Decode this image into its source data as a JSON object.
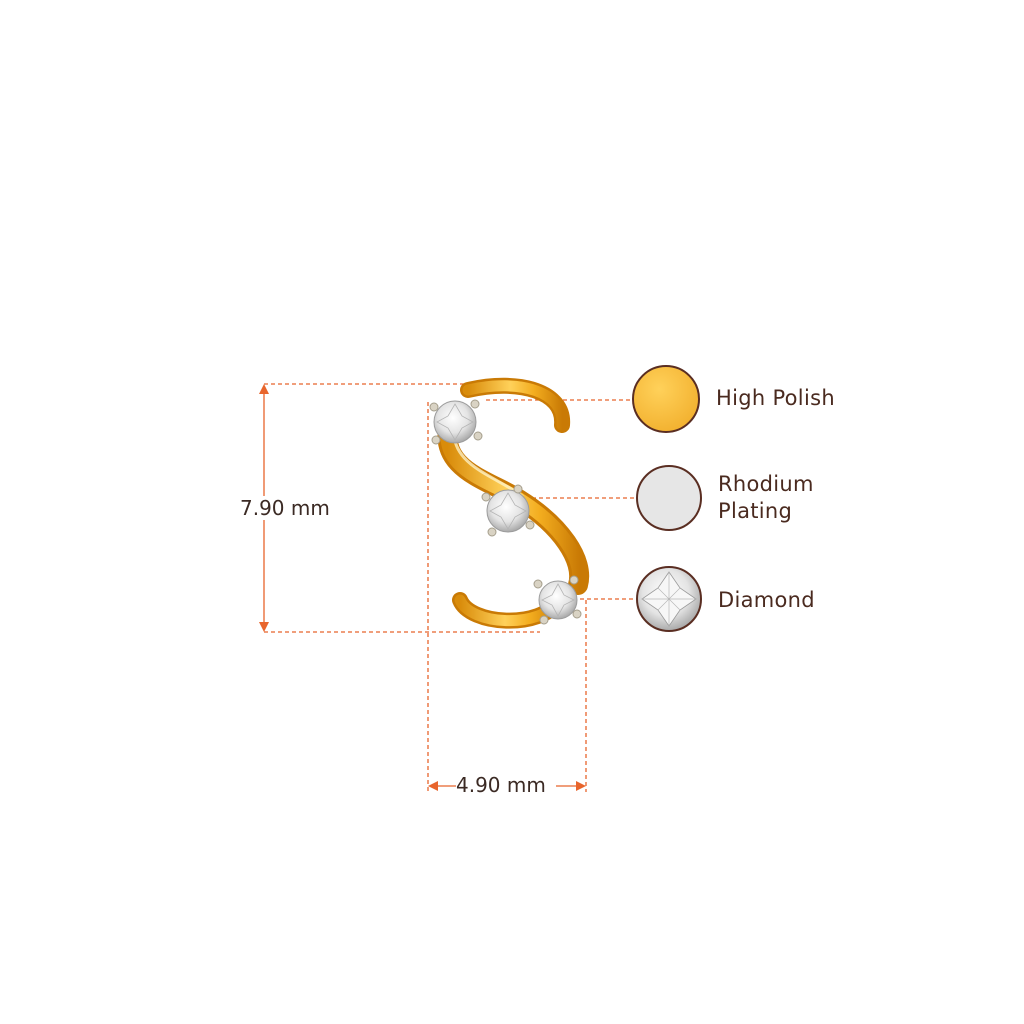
{
  "dimensions": {
    "height": "7.90 mm",
    "width": "4.90 mm"
  },
  "materials": [
    {
      "label": "High Polish",
      "swatch": "gold-swatch-icon",
      "color": "#f7c144"
    },
    {
      "label_line1": "Rhodium",
      "label_line2": "Plating",
      "swatch": "rhodium-swatch-icon",
      "color": "#e6e6e6"
    },
    {
      "label": "Diamond",
      "swatch": "diamond-swatch-icon",
      "color": "#f2f2f2"
    }
  ],
  "colors": {
    "dimension_line": "#e8652c",
    "leader_line": "#e8652c",
    "swatch_border": "#5a2e22",
    "gold": "#f2ae1c",
    "gold_dark": "#d58b0c",
    "text": "#4a2a1f"
  },
  "product_image": "s-shaped-earring-icon"
}
